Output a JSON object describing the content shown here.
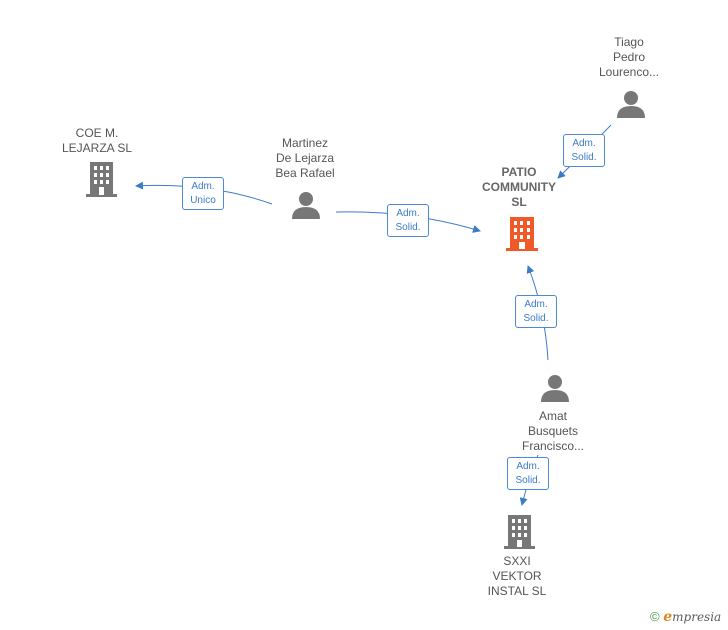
{
  "nodes": {
    "coe": {
      "label": "COE M.\nLEJARZA  SL",
      "type": "company"
    },
    "martinez": {
      "label": "Martinez\nDe Lejarza\nBea Rafael",
      "type": "person"
    },
    "patio": {
      "label": "PATIO\nCOMMUNITY\nSL",
      "type": "company-main"
    },
    "tiago": {
      "label": "Tiago\nPedro\nLourenco...",
      "type": "person"
    },
    "amat": {
      "label": "Amat\nBusquets\nFrancisco...",
      "type": "person"
    },
    "sxxi": {
      "label": "SXXI\nVEKTOR\nINSTAL  SL",
      "type": "company"
    }
  },
  "relations": {
    "unico": "Adm.\nUnico",
    "martinez_patio": "Adm.\nSolid.",
    "tiago_patio": "Adm.\nSolid.",
    "amat_patio": "Adm.\nSolid.",
    "amat_sxxi": "Adm.\nSolid."
  },
  "footer": {
    "copyright": "©",
    "brand_initial": "e",
    "brand_rest": "mpresia"
  },
  "colors": {
    "edge": "#3b7bc8",
    "person": "#777777",
    "company": "#777777",
    "main_company": "#f05a28"
  }
}
